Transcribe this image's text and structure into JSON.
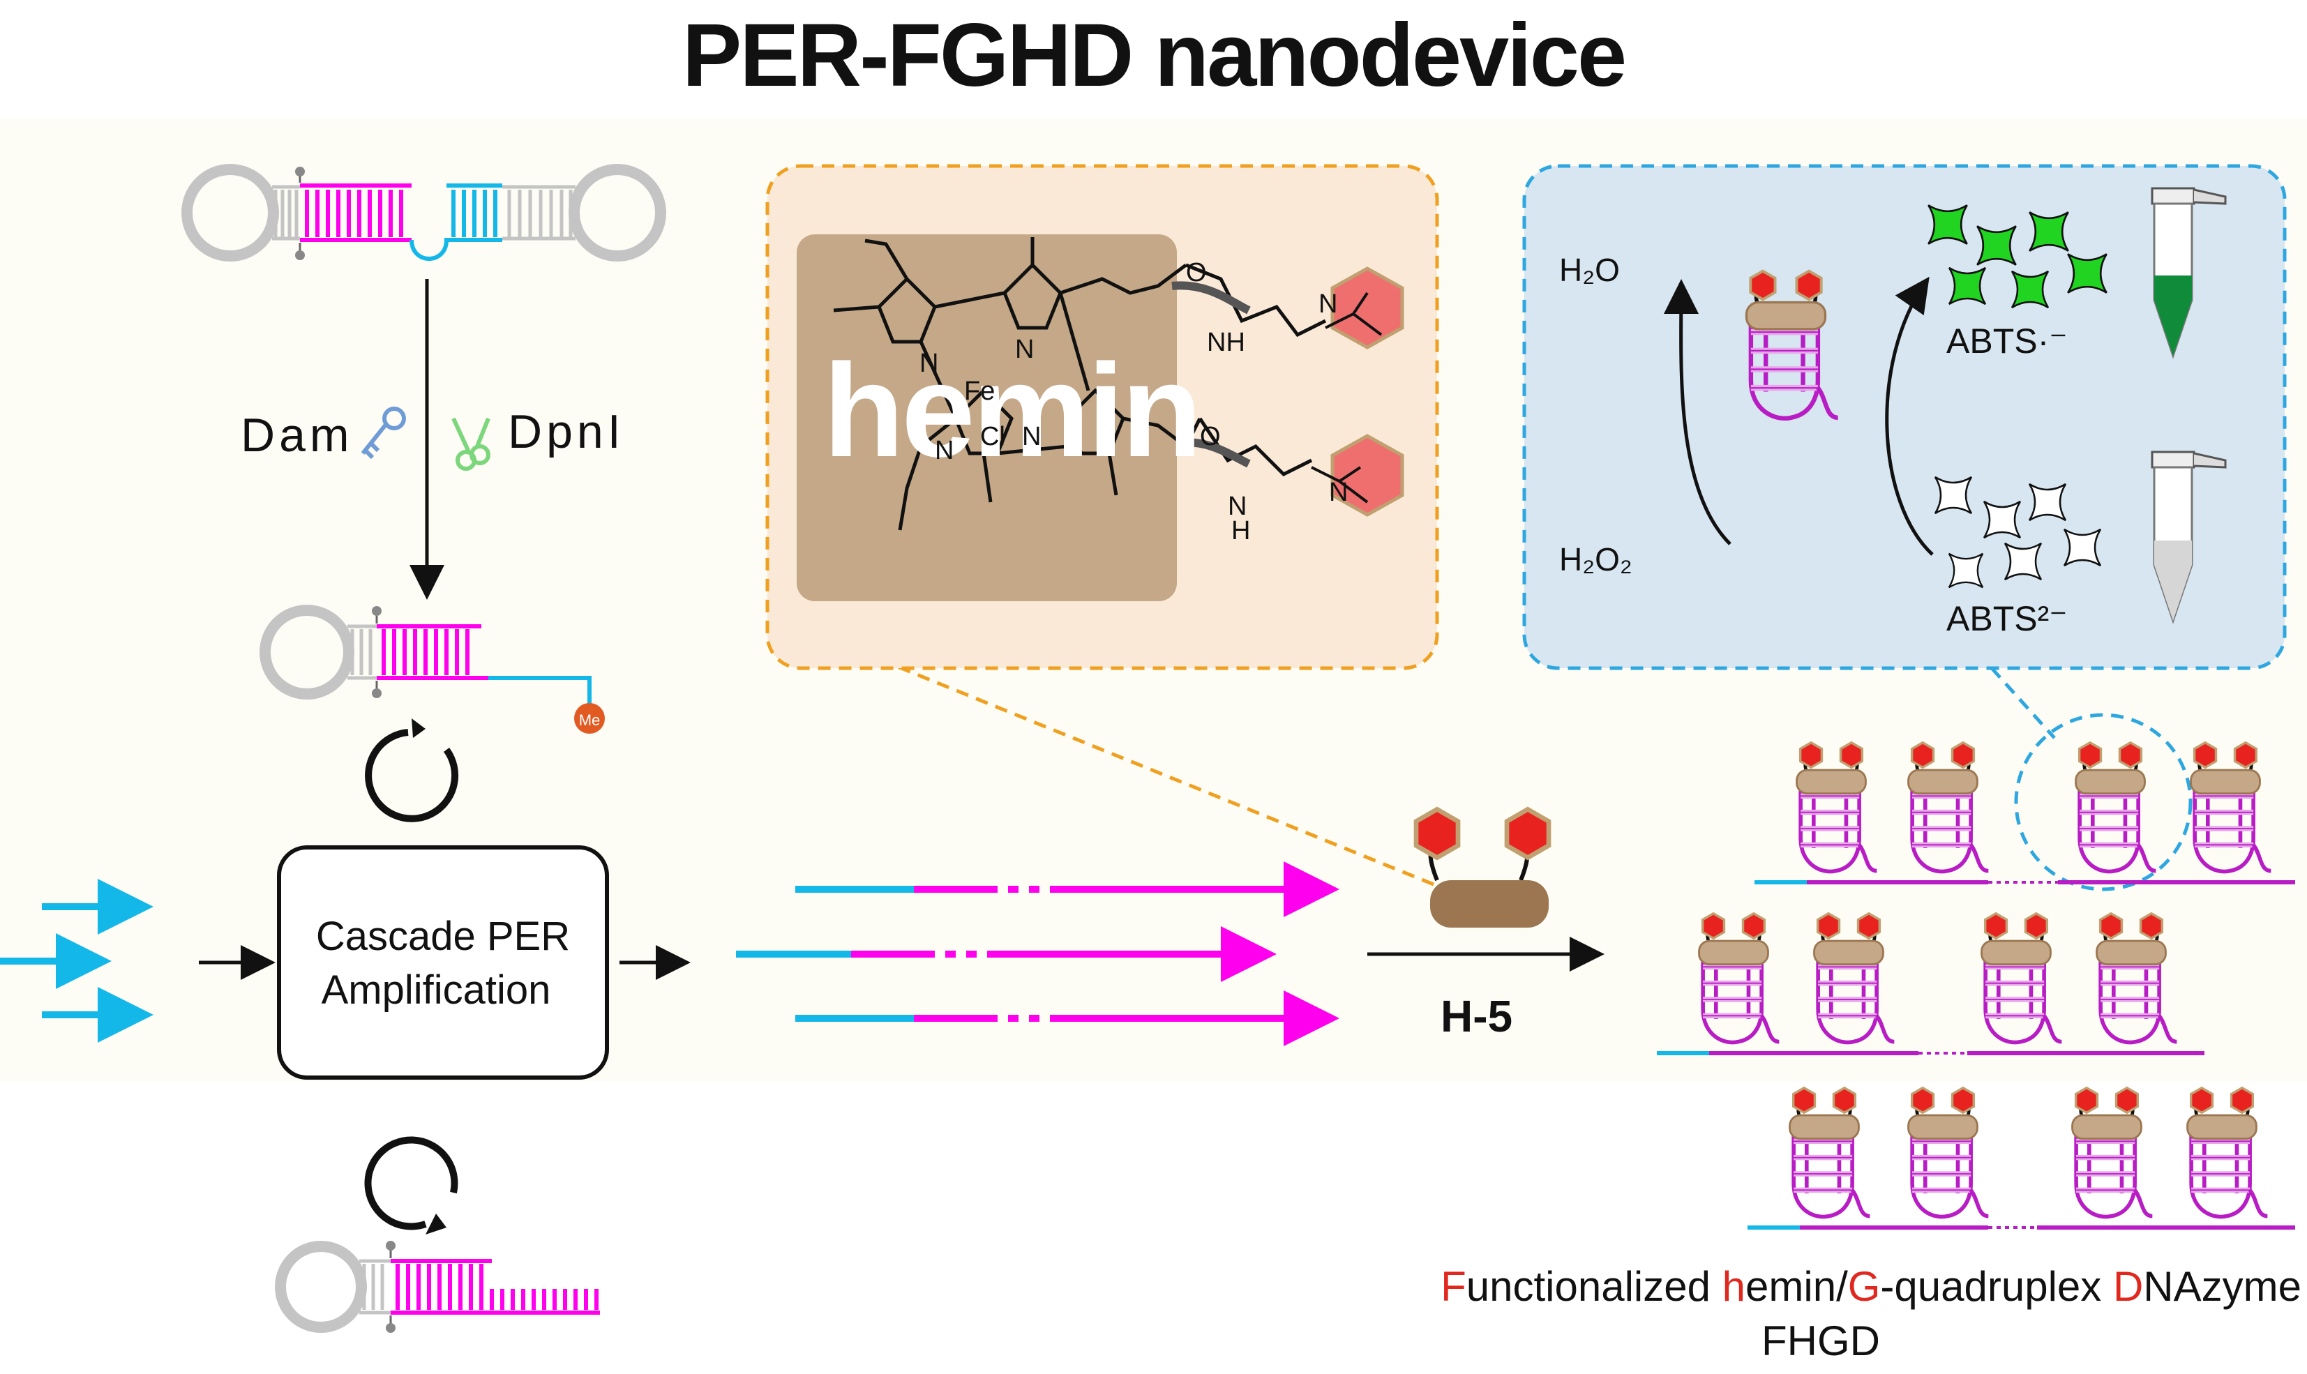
{
  "title": "PER-FGHD nanodevice",
  "enzymes": {
    "left": "Dam",
    "right": "DpnI"
  },
  "cascade_box": {
    "line1": "Cascade PER",
    "line2": "Amplification"
  },
  "step_label": "H-5",
  "hemin_panel": {
    "word": "hemin",
    "atoms": {
      "fe": "Fe",
      "cl": "Cl",
      "n": "N",
      "o": "O",
      "nh": "NH",
      "h": "H"
    }
  },
  "reaction_panel": {
    "water": "H₂O",
    "peroxide": "H₂O₂",
    "abts_oxidized": "ABTS·⁻",
    "abts_reduced": "ABTS²⁻"
  },
  "caption": {
    "line1_parts": [
      {
        "text": "F",
        "accent": true
      },
      {
        "text": "unctionalized ",
        "accent": false
      },
      {
        "text": "h",
        "accent": true
      },
      {
        "text": "emin/",
        "accent": false
      },
      {
        "text": "G",
        "accent": true
      },
      {
        "text": "-quadruplex ",
        "accent": false
      },
      {
        "text": "D",
        "accent": true
      },
      {
        "text": "NAzyme",
        "accent": false
      }
    ],
    "line2": "FHGD"
  },
  "me_tag": "Me",
  "colors": {
    "magenta": "#ff00ee",
    "cyan": "#14b8e8",
    "hairpin_gray": "#c4c4c4",
    "purple_dna": "#b81cc4",
    "hemin_brown": "#c4a887",
    "block_brown": "#9b7650",
    "hexagon_red": "#e8221f",
    "hexagon_pink": "#ef6f6f",
    "panel_orange_bg": "#fbe9d8",
    "panel_orange_border": "#f0a020",
    "panel_blue_bg": "#d7e6f0",
    "panel_blue_border": "#2ea7e0",
    "star_green": "#21d421",
    "accent_red": "#e0281f"
  }
}
